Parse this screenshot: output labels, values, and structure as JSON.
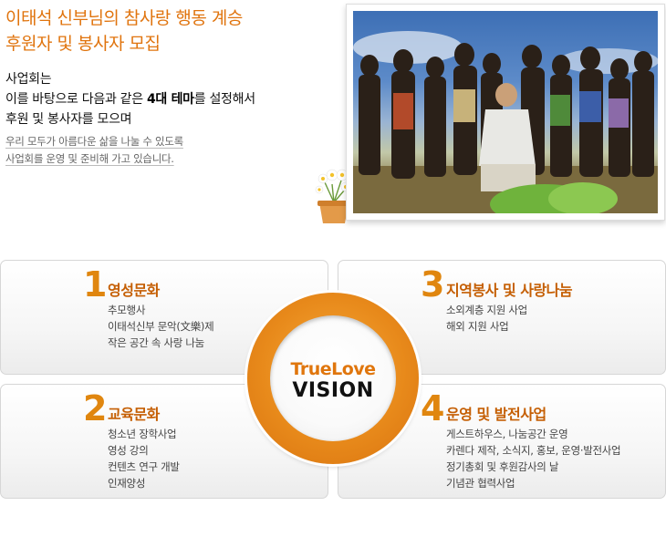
{
  "header": {
    "title_line1": "이태석 신부님의 참사랑 행동 계승",
    "title_line2": "후원자 및 봉사자 모집",
    "intro_line1": "사업회는",
    "intro_line2_pre": "이를 바탕으로 다음과 같은 ",
    "intro_line2_bold": "4대 테마",
    "intro_line2_post": "를 설정해서",
    "intro_line3": "후원 및 봉사자를 모으며",
    "note_line1": "우리 모두가 아름다운 삶을 나눌 수 있도록",
    "note_line2": "사업회를 운영 및 준비해 가고 있습니다."
  },
  "photo": {
    "icon": "children-group-photo"
  },
  "flower": {
    "icon": "flower-pot-icon"
  },
  "vision": {
    "line1": "TrueLove",
    "line2": "VISION"
  },
  "themes": [
    {
      "num": "1",
      "title": "영성문화",
      "items": [
        "추모행사",
        "이태석신부 문악(文樂)제",
        "작은 공간 속 사랑 나눔"
      ]
    },
    {
      "num": "2",
      "title": "교육문화",
      "items": [
        "청소년 장학사업",
        "영성 강의",
        "컨텐츠 연구 개발",
        "인재양성"
      ]
    },
    {
      "num": "3",
      "title": "지역봉사 및 사랑나눔",
      "items": [
        "소외계층 지원 사업",
        "해외 지원 사업"
      ]
    },
    {
      "num": "4",
      "title": "운영 및 발전사업",
      "items": [
        "게스트하우스, 나눔공간 운영",
        "카렌다 제작, 소식지, 홍보, 운영·발전사업",
        "정기총회 및 후원감사의 날",
        "기념관 협력사업"
      ]
    }
  ],
  "colors": {
    "accent": "#e0740e",
    "title_orange": "#c55f04",
    "circle": "#e88a1b"
  }
}
